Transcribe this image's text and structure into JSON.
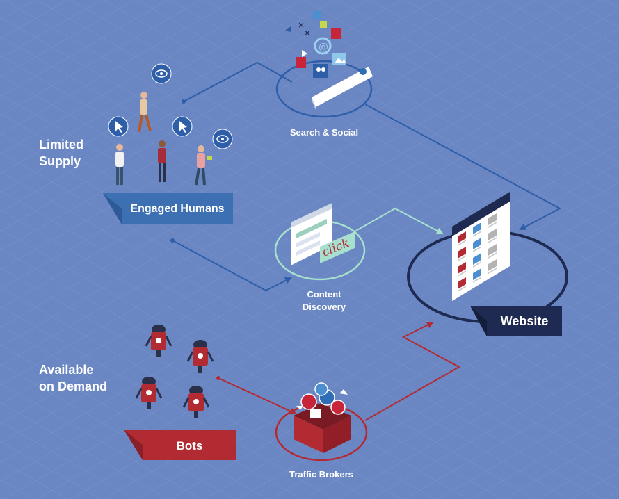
{
  "groups": {
    "limited_supply": [
      "Limited",
      "Supply"
    ],
    "available_on_demand": [
      "Available",
      "on Demand"
    ]
  },
  "nodes": {
    "search_social": "Search & Social",
    "content_discovery": [
      "Content",
      "Discovery"
    ],
    "traffic_brokers": "Traffic Brokers",
    "website": "Website"
  },
  "banners": {
    "engaged_humans": "Engaged Humans",
    "bots": "Bots"
  },
  "graphics": {
    "click_tag": "click"
  },
  "colors": {
    "background": "#6a87c4",
    "human_flow": "#2f5ea8",
    "content_flow": "#a7e0cf",
    "bot_flow": "#b22b33",
    "website_banner": "#1e2a52",
    "humans_banner": "#3d6fb3",
    "bots_banner": "#b22b33"
  }
}
